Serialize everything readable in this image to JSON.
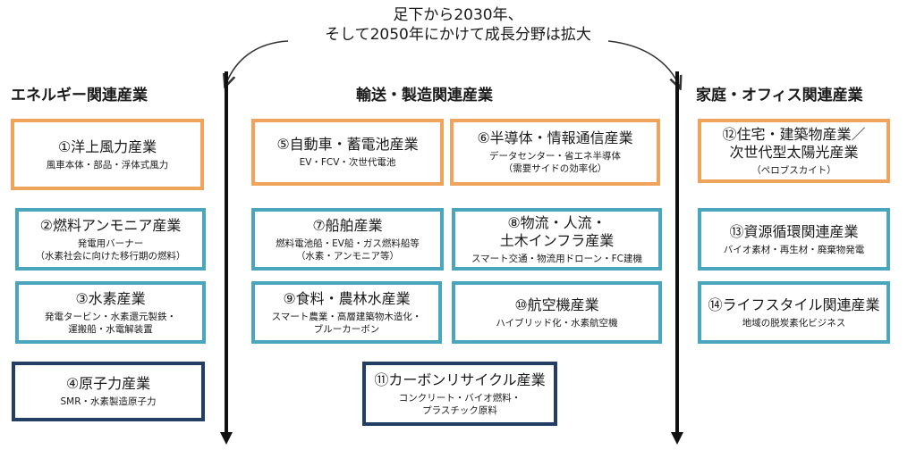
{
  "header": {
    "line1": "足下から2030年、",
    "line2": "そして2050年にかけて成長分野は拡大"
  },
  "categories": {
    "energy": "エネルギー関連産業",
    "transport": "輸送・製造関連産業",
    "home": "家庭・オフィス関連産業"
  },
  "industries": [
    {
      "title": "①洋上風力産業",
      "sub": "風車本体・部品・浮体式風力"
    },
    {
      "title": "②燃料アンモニア産業",
      "sub": "発電用バーナー\n（水素社会に向けた移行期の燃料）"
    },
    {
      "title": "③水素産業",
      "sub": "発電タービン・水素還元製鉄・\n運搬船・水電解装置"
    },
    {
      "title": "④原子力産業",
      "sub": "SMR・水素製造原子力"
    },
    {
      "title": "⑤自動車・蓄電池産業",
      "sub": "EV・FCV・次世代電池"
    },
    {
      "title": "⑥半導体・情報通信産業",
      "sub": "データセンター・省エネ半導体\n（需要サイドの効率化）"
    },
    {
      "title": "⑦船舶産業",
      "sub": "燃料電池船・EV船・ガス燃料船等\n（水素・アンモニア等）"
    },
    {
      "title": "⑧物流・人流・\n土木インフラ産業",
      "sub": "スマート交通・物流用ドローン・FC建機"
    },
    {
      "title": "⑨食料・農林水産業",
      "sub": "スマート農業・高層建築物木造化・\nブルーカーボン"
    },
    {
      "title": "⑩航空機産業",
      "sub": "ハイブリッド化・水素航空機"
    },
    {
      "title": "⑪カーボンリサイクル産業",
      "sub": "コンクリート・バイオ燃料・\nプラスチック原料"
    },
    {
      "title": "⑫住宅・建築物産業／\n次世代型太陽光産業",
      "sub": "（ペロブスカイト）"
    },
    {
      "title": "⑬資源循環関連産業",
      "sub": "バイオ素材・再生材・廃棄物発電"
    },
    {
      "title": "⑭ライフスタイル関連産業",
      "sub": "地域の脱炭素化ビジネス"
    }
  ]
}
